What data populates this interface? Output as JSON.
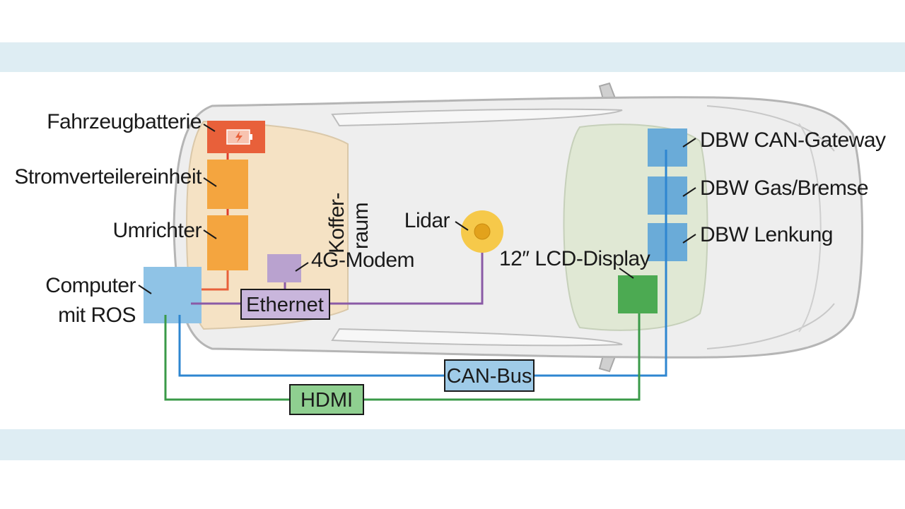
{
  "labels": {
    "battery": "Fahrzeugbatterie",
    "power_distribution": "Stromverteilereinheit",
    "inverter": "Umrichter",
    "computer_line1": "Computer",
    "computer_line2": "mit ROS",
    "modem": "4G-Modem",
    "trunk_line1": "Koffer-",
    "trunk_line2": "raum",
    "lidar": "Lidar",
    "display": "12″ LCD-Display",
    "dbw_gateway": "DBW CAN-Gateway",
    "dbw_throttle_brake": "DBW Gas/Bremse",
    "dbw_steering": "DBW Lenkung"
  },
  "connections": {
    "ethernet": "Ethernet",
    "can_bus": "CAN-Bus",
    "hdmi": "HDMI"
  },
  "colors": {
    "band": "#deedf3",
    "car_body": "#eeeeee",
    "car_outline": "#b5b5b5",
    "rear_zone": "#f6e2c2",
    "front_zone": "#e0e8d4",
    "battery": "#e8603a",
    "power_units": "#f4a53f",
    "computer": "#8fc3e6",
    "modem": "#b9a2cf",
    "ethernet": "#8a5aa6",
    "lidar": "#f6c94a",
    "display": "#4caa52",
    "dbw": "#6aabd8",
    "can_bus": "#2e86d0",
    "hdmi": "#3a9a48"
  }
}
